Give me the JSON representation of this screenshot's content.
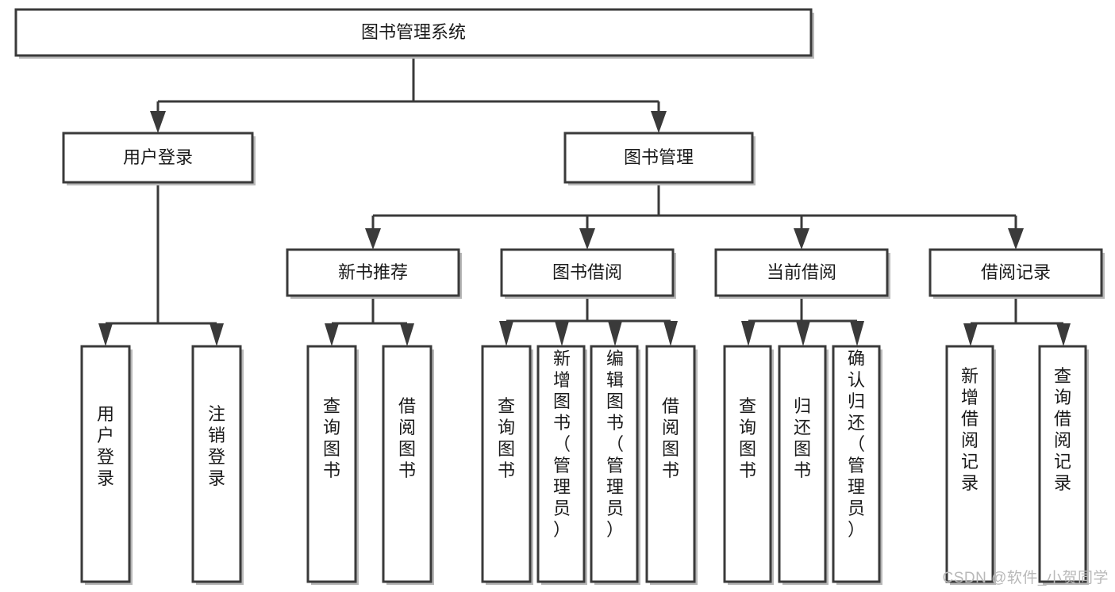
{
  "diagram": {
    "type": "tree-hierarchy-chart",
    "title": "图书管理系统",
    "watermark": "CSDN @软件_小贺同学",
    "colors": {
      "box_fill": "#ffffff",
      "box_stroke": "#3a3a3a",
      "text": "#1a1a1a",
      "watermark": "#b9b9b9",
      "background": "#ffffff"
    },
    "levels": {
      "root": {
        "label": "图书管理系统"
      },
      "level2": [
        {
          "label": "用户登录"
        },
        {
          "label": "图书管理"
        }
      ],
      "level3": [
        {
          "label": "新书推荐"
        },
        {
          "label": "图书借阅"
        },
        {
          "label": "当前借阅"
        },
        {
          "label": "借阅记录"
        }
      ],
      "leaves": {
        "user_login": [
          {
            "label": "用户登录"
          },
          {
            "label": "注销登录"
          }
        ],
        "new_book_recommend": [
          {
            "label": "查询图书"
          },
          {
            "label": "借阅图书"
          }
        ],
        "book_borrow": [
          {
            "label": "查询图书"
          },
          {
            "label": "新增图书（管理员）"
          },
          {
            "label": "编辑图书（管理员）"
          },
          {
            "label": "借阅图书"
          }
        ],
        "current_borrow": [
          {
            "label": "查询图书"
          },
          {
            "label": "归还图书"
          },
          {
            "label": "确认归还（管理员）"
          }
        ],
        "borrow_records": [
          {
            "label": "新增借阅记录"
          },
          {
            "label": "查询借阅记录"
          }
        ]
      }
    }
  }
}
